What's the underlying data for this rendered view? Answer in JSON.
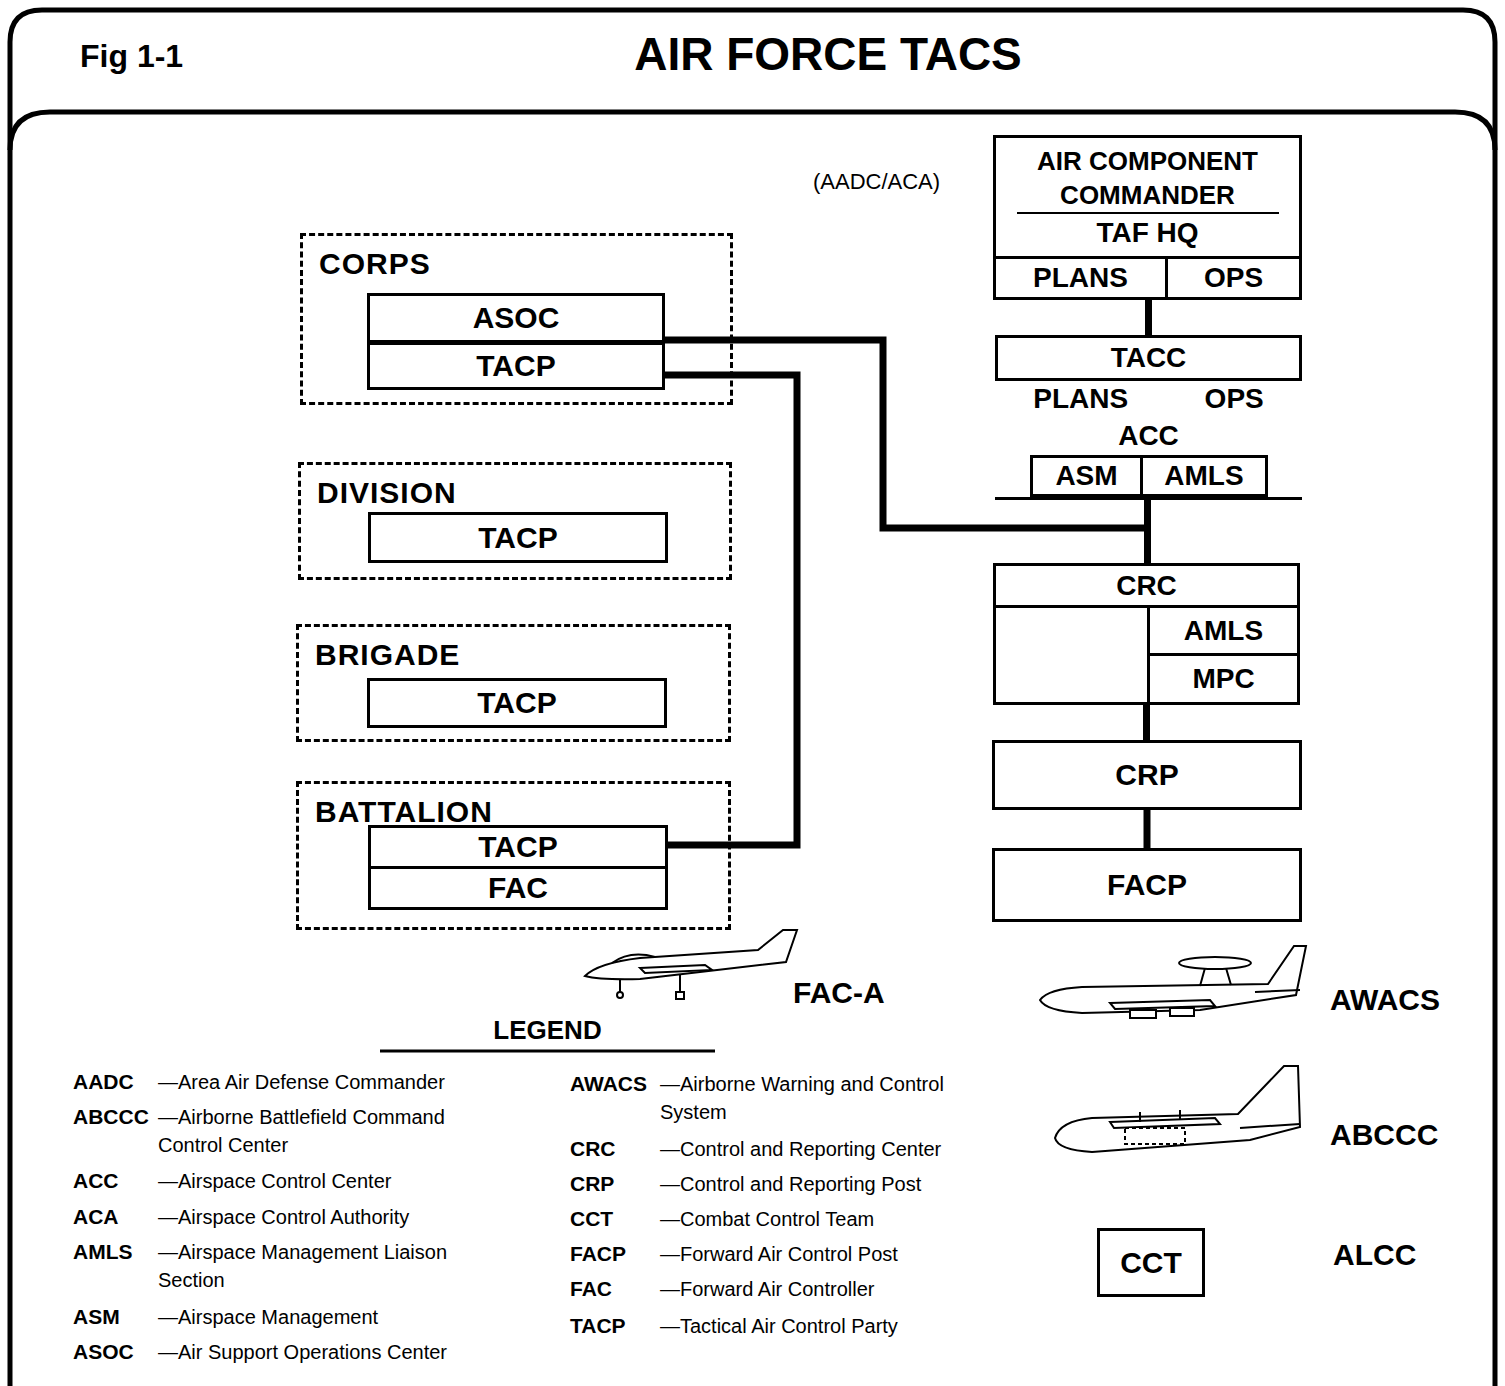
{
  "diagram": {
    "title": "AIR FORCE TACS",
    "nodes": [
      {
        "text": [
          "CORPS"
        ]
      },
      {
        "text": [
          "ASOC"
        ],
        "in": 0
      },
      {
        "text": [
          "TACP"
        ],
        "in": 0
      },
      {
        "text": [
          "DIVISION"
        ]
      },
      {
        "text": [
          "TACP"
        ],
        "in": 3
      },
      {
        "text": [
          "BRIGADE"
        ]
      },
      {
        "text": [
          "TACP"
        ],
        "in": 5
      },
      {
        "text": [
          "BATTALION"
        ]
      },
      {
        "text": [
          "TACP"
        ],
        "in": 7
      },
      {
        "text": [
          "FAC"
        ],
        "in": 7
      },
      {
        "text": [
          "AIR COMPONENT COMMANDER",
          "TAF HQ"
        ]
      },
      {
        "text": [
          "PLANS"
        ],
        "in": 10
      },
      {
        "text": [
          "OPS"
        ],
        "in": 10
      },
      {
        "text": [
          "TACC"
        ]
      },
      {
        "text": [
          "PLANS",
          "OPS"
        ],
        "in": 13
      },
      {
        "text": [
          "ACC"
        ],
        "in": 13
      },
      {
        "text": [
          "ASM"
        ],
        "in": 15
      },
      {
        "text": [
          "AMLS"
        ],
        "in": 15
      },
      {
        "text": [
          "CRC"
        ]
      },
      {
        "text": [
          "AMLS"
        ],
        "in": 18
      },
      {
        "text": [
          "MPC"
        ],
        "in": 18
      },
      {
        "text": [
          "CRP"
        ]
      },
      {
        "text": [
          "FACP"
        ]
      },
      {
        "text": [
          "CCT"
        ]
      }
    ],
    "edges": [
      {
        "from": 10,
        "to": 13,
        "arrow": "none"
      },
      {
        "from": 13,
        "to": 18,
        "arrow": "none"
      },
      {
        "from": 18,
        "to": 21,
        "arrow": "none"
      },
      {
        "from": 21,
        "to": 22,
        "arrow": "none"
      },
      {
        "from": 1,
        "to": 13,
        "arrow": "none"
      },
      {
        "from": 2,
        "to": 8,
        "arrow": "none"
      }
    ],
    "labels": [
      "Fig 1-1",
      "(AADC/ACA)",
      "FAC-A",
      "AWACS",
      "ABCCC",
      "ALCC",
      "LEGEND",
      "AADC",
      "—Area Air Defense Commander",
      "ABCCC",
      "—Airborne Battlefield Command Control Center",
      "ACC",
      "—Airspace Control Center",
      "ACA",
      "—Airspace Control Authority",
      "AMLS",
      "—Airspace Management Liaison Section",
      "ASM",
      "—Airspace Management",
      "ASOC",
      "—Air Support Operations Center",
      "AWACS",
      "—Airborne Warning and Control System",
      "CRC",
      "—Control and Reporting Center",
      "CRP",
      "—Control and Reporting Post",
      "CCT",
      "—Combat Control Team",
      "FACP",
      "—Forward Air Control Post",
      "FAC",
      "—Forward Air Controller",
      "TACP",
      "—Tactical Air Control Party"
    ]
  }
}
